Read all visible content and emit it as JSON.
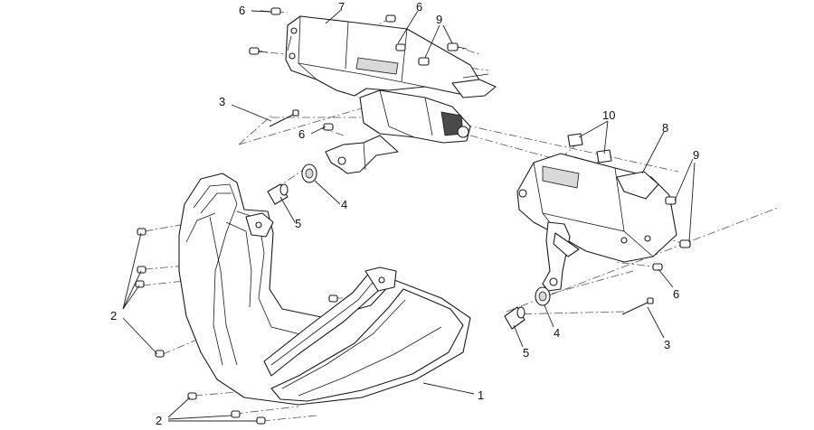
{
  "diagram": {
    "labels": {
      "l1": "1",
      "l2a": "2",
      "l2b": "2",
      "l3a": "3",
      "l3b": "3",
      "l4a": "4",
      "l4b": "4",
      "l5a": "5",
      "l5b": "5",
      "l6a": "6",
      "l6b": "6",
      "l6c": "6",
      "l6d": "6",
      "l7": "7",
      "l8": "8",
      "l9a": "9",
      "l9b": "9",
      "l10": "10"
    }
  }
}
